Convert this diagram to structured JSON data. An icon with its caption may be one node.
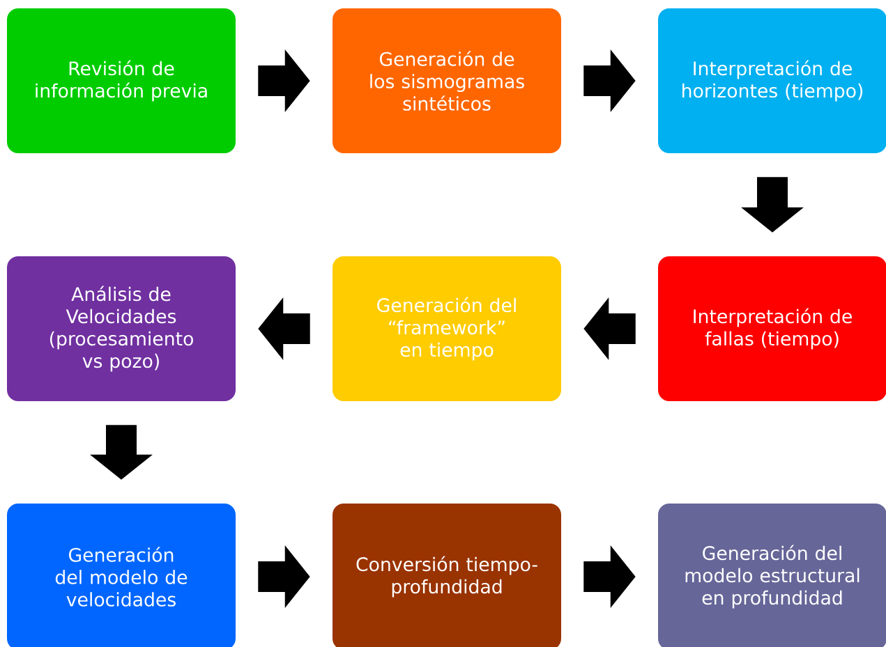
{
  "diagram": {
    "nodes": [
      {
        "text": [
          "Revisión de información previa"
        ]
      },
      {
        "text": [
          "Generación de los sismogramas sintéticos"
        ]
      },
      {
        "text": [
          "Interpretación de horizontes (tiempo)"
        ]
      },
      {
        "text": [
          "Análisis de Velocidades (procesamiento vs pozo)"
        ]
      },
      {
        "text": [
          "Generación del “framework” en tiempo"
        ]
      },
      {
        "text": [
          "Interpretación de fallas (tiempo)"
        ]
      },
      {
        "text": [
          "Generación del modelo de velocidades"
        ]
      },
      {
        "text": [
          "Conversión tiempo-profundidad"
        ]
      },
      {
        "text": [
          "Generación del modelo estructural en profundidad"
        ]
      }
    ],
    "edges": [
      {
        "from": 0,
        "to": 1,
        "arrow": "to"
      },
      {
        "from": 1,
        "to": 2,
        "arrow": "to"
      },
      {
        "from": 2,
        "to": 5,
        "arrow": "to"
      },
      {
        "from": 5,
        "to": 4,
        "arrow": "to"
      },
      {
        "from": 4,
        "to": 3,
        "arrow": "to"
      },
      {
        "from": 3,
        "to": 6,
        "arrow": "to"
      },
      {
        "from": 6,
        "to": 7,
        "arrow": "to"
      },
      {
        "from": 7,
        "to": 8,
        "arrow": "to"
      }
    ]
  }
}
